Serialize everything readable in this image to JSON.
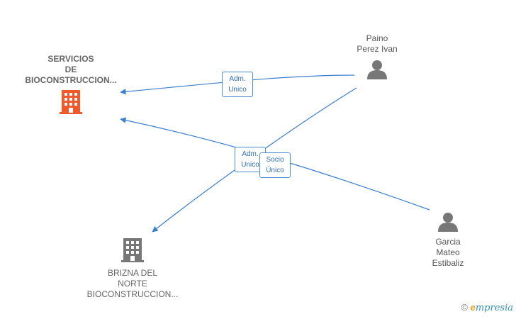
{
  "colors": {
    "edge": "#3a7fd0",
    "company_main": "#f2592a",
    "company_other": "#777777",
    "person": "#777777"
  },
  "nodes": {
    "company_main": {
      "label": "SERVICIOS\nDE\nBIOCONSTRUCCION...",
      "icon": "building-icon"
    },
    "company_other": {
      "label": "BRIZNA DEL\nNORTE\nBIOCONSTRUCCION...",
      "icon": "building-icon"
    },
    "person_paino": {
      "label": "Paino\nPerez Ivan",
      "icon": "person-icon"
    },
    "person_garcia": {
      "label": "Garcia\nMateo\nEstibaliz",
      "icon": "person-icon"
    }
  },
  "edges": {
    "adm_unico_1": "Adm.\nUnico",
    "adm_unico_2": "Adm.\nUnico",
    "socio_unico": "Socio\nÚnico"
  },
  "brand": {
    "copyright": "©",
    "e": "e",
    "text": "mpresia"
  }
}
